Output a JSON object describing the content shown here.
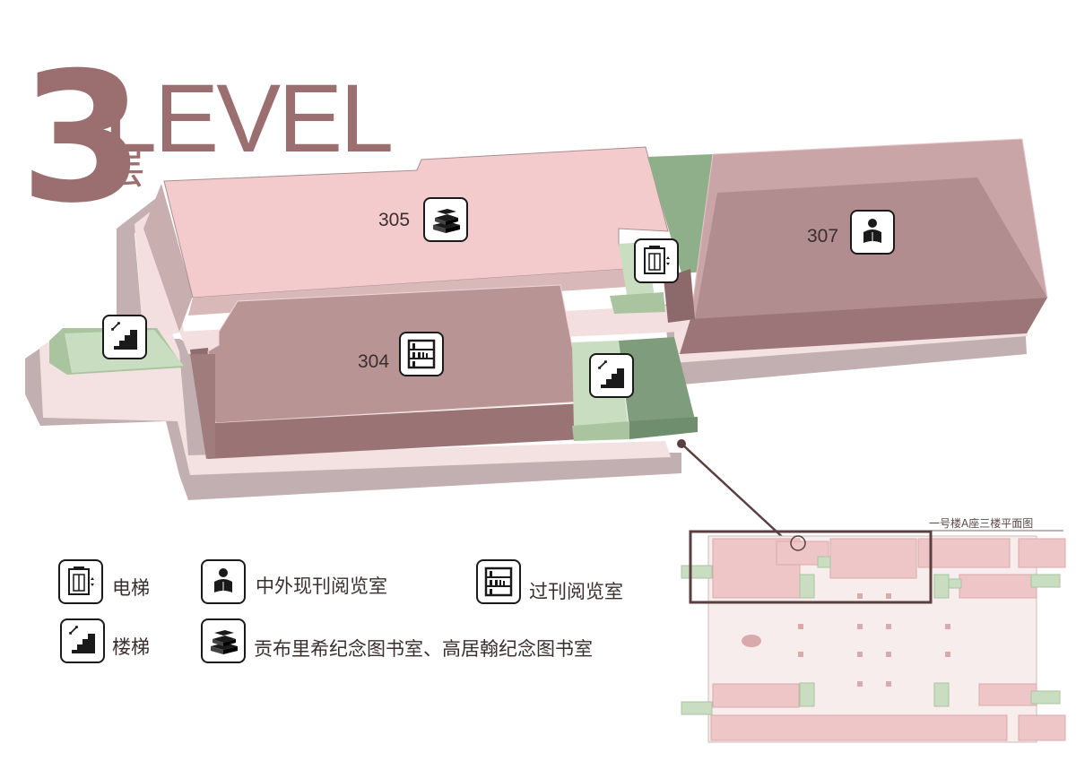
{
  "header": {
    "floor_number": "3",
    "level_word": "LEVEL",
    "floor_char": "层"
  },
  "rooms": [
    {
      "id": "305",
      "label": "305",
      "icon": "library-books-icon"
    },
    {
      "id": "304",
      "label": "304",
      "icon": "bookshelf-icon"
    },
    {
      "id": "307",
      "label": "307",
      "icon": "reading-person-icon"
    }
  ],
  "legend": {
    "elevator": "电梯",
    "current_periodicals": "中外现刊阅览室",
    "back_periodicals": "过刊阅览室",
    "stairs": "楼梯",
    "memorial_libraries": "贡布里希纪念图书室、高居翰纪念图书室"
  },
  "minimap": {
    "title": "一号楼A座三楼平面图"
  },
  "colors": {
    "title": "#9b6e70",
    "room_light_pink": "#f3cccd",
    "room_dark_mauve": "#b89494",
    "green_area": "#c9dec0",
    "corridor": "#f6e3e3",
    "shadow": "#bfa9ab",
    "locator": "#5a3f40"
  }
}
